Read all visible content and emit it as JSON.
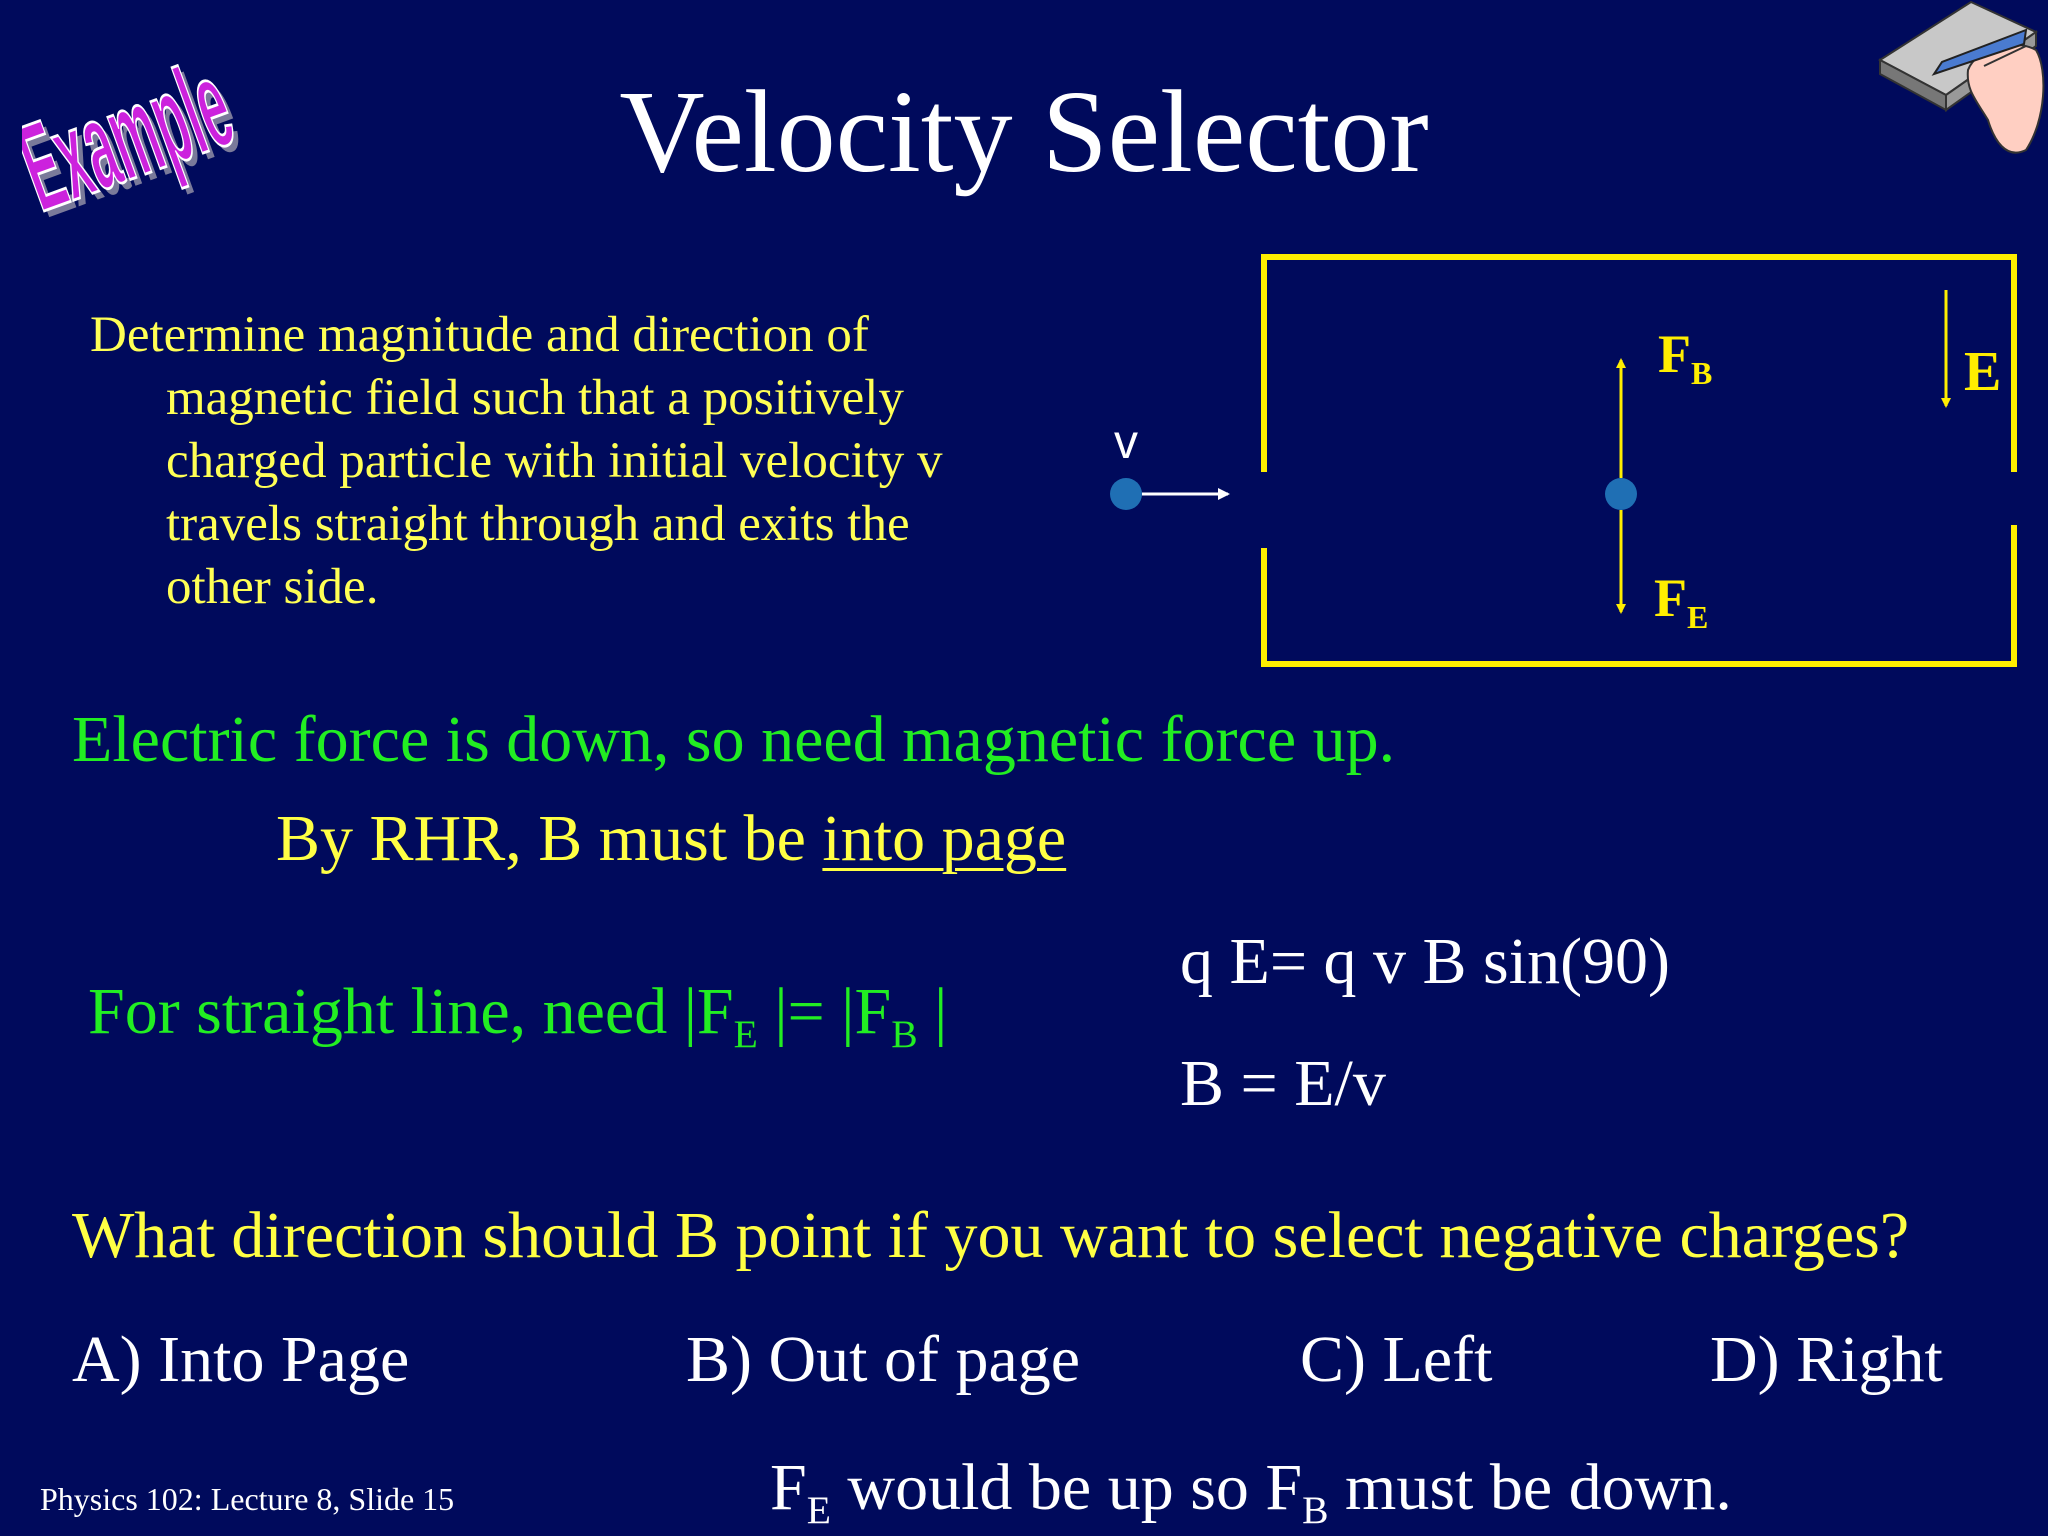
{
  "badge": {
    "text": "Example",
    "icon": "pencil-writing-on-pad"
  },
  "title": "Velocity Selector",
  "problem": {
    "lines": [
      "Determine magnitude and direction of",
      "magnetic field such that a positively",
      "charged particle with initial velocity v",
      "travels straight through and exits the",
      "other side."
    ]
  },
  "diagram": {
    "v_label": "v",
    "fb": {
      "main": "F",
      "sub": "B"
    },
    "fe": {
      "main": "F",
      "sub": "E"
    },
    "e_label": "E",
    "colors": {
      "box": "#ffee00",
      "particle": "#1f6fb4",
      "arrow_v": "#ffffff"
    }
  },
  "electric_line": "Electric force is down, so need magnetic force up.",
  "rhr": {
    "prefix": "By RHR, B must be ",
    "answer": "into page"
  },
  "straight": {
    "t1": "For straight line, need |F",
    "s1": "E",
    "t2": " |= |F",
    "s2": "B",
    "t3": " |"
  },
  "eq1": "q E= q v B sin(90)",
  "eq2": "B = E/v",
  "question": "What direction should B point if you want to select negative charges?",
  "options": [
    "A) Into Page",
    "B) Out of page",
    "C) Left",
    "D) Right"
  ],
  "answer_line": {
    "t1": "F",
    "s1": "E",
    "t2": " would be up so F",
    "s2": "B",
    "t3": " must be down."
  },
  "footer": "Physics 102: Lecture 8, Slide 15",
  "colors": {
    "background": "#000a5c",
    "yellow": "#ffff44",
    "green": "#22ee22",
    "badge": "#cc22dd"
  }
}
